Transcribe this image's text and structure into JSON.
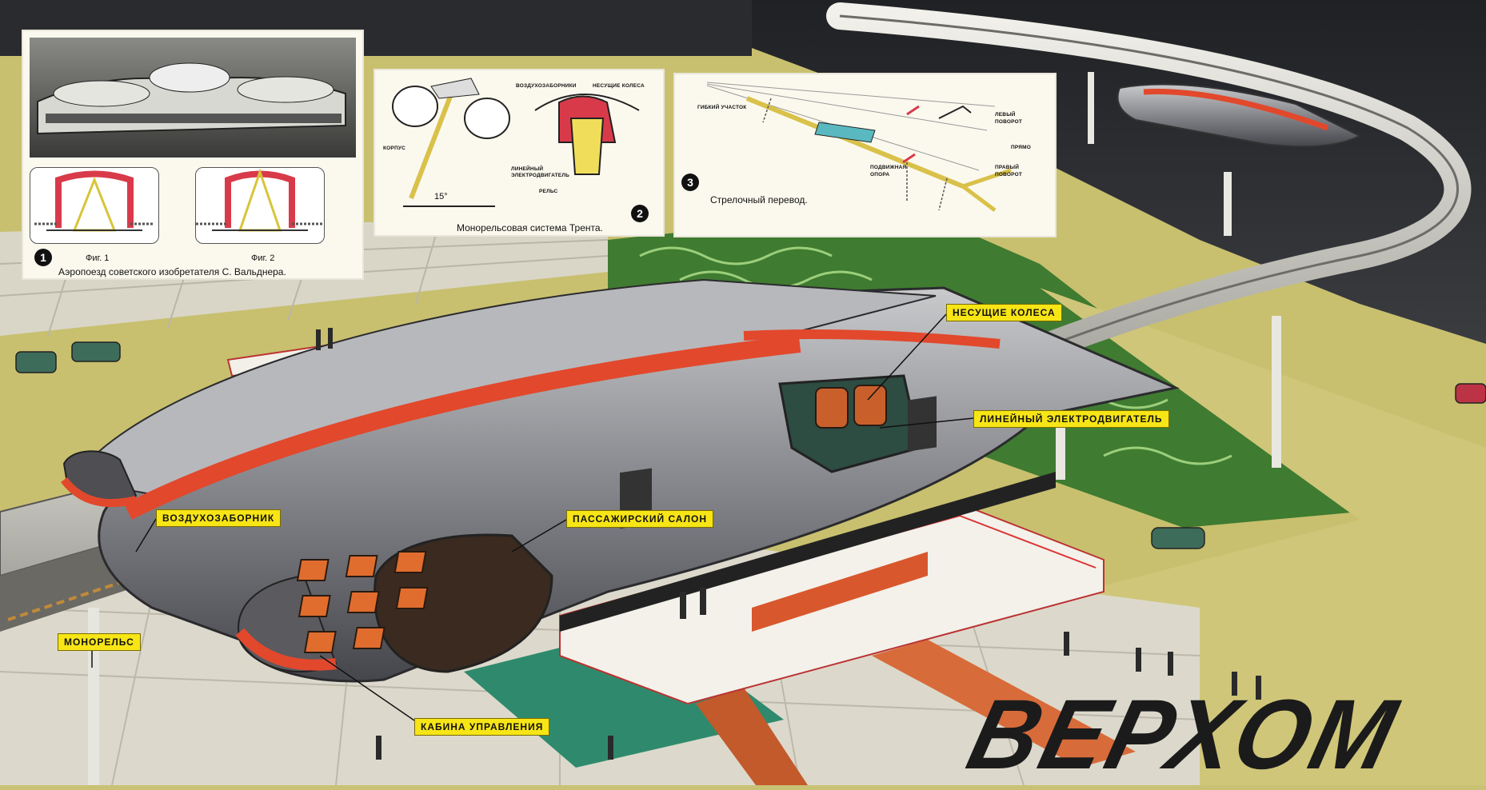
{
  "labels": {
    "wheels": "НЕСУЩИЕ КОЛЕСА",
    "motor": "ЛИНЕЙНЫЙ ЭЛЕКТРОДВИГАТЕЛЬ",
    "intake": "ВОЗДУХОЗАБОРНИК",
    "cabin": "ПАССАЖИРСКИЙ САЛОН",
    "monorail": "МОНОРЕЛЬС",
    "control": "КАБИНА УПРАВЛЕНИЯ"
  },
  "inset1": {
    "number": "1",
    "fig1": "Фиг. 1",
    "fig2": "Фиг. 2",
    "caption": "Аэропоезд советского изобретателя С. Вальднера."
  },
  "inset2": {
    "number": "2",
    "caption": "Монорельсовая система Трента.",
    "angle": "15°",
    "parts": {
      "air": "ВОЗДУХОЗАБОРНИКИ",
      "wheels": "НЕСУЩИЕ КОЛЕСА",
      "body": "КОРПУС",
      "motor": "ЛИНЕЙНЫЙ ЭЛЕКТРОДВИГАТЕЛЬ",
      "rail": "РЕЛЬС"
    }
  },
  "inset3": {
    "number": "3",
    "caption": "Стрелочный перевод.",
    "parts": {
      "section": "ГИБКИЙ УЧАСТОК",
      "left": "ЛЕВЫЙ ПОВОРОТ",
      "straight": "ПРЯМО",
      "support": "ПОДВИЖНАЯ ОПОРА",
      "right": "ПРАВЫЙ ПОВОРОТ"
    }
  },
  "title": "ВЕРХОМ",
  "colors": {
    "ground": "#c9c173",
    "hull": "#8e8f95",
    "stripe": "#e2482c",
    "accent": "#f7e516",
    "grass": "#3d7a2e",
    "sky": "#26282c"
  }
}
